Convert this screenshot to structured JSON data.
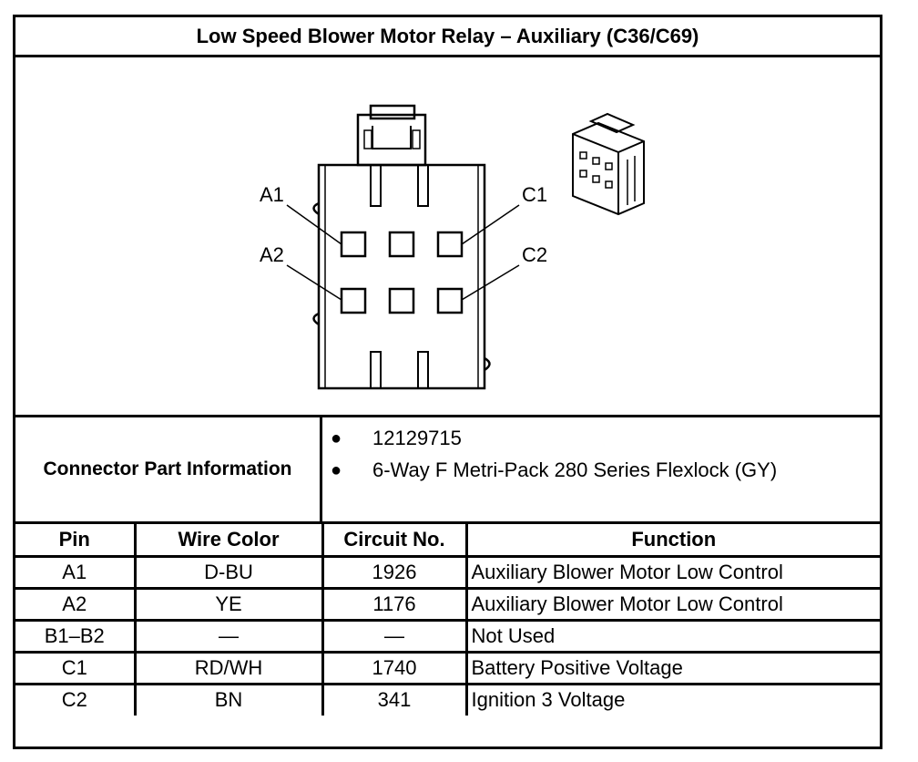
{
  "title": "Low Speed Blower Motor Relay – Auxiliary (C36/C69)",
  "diagram": {
    "labels": {
      "a1": "A1",
      "a2": "A2",
      "c1": "C1",
      "c2": "C2"
    }
  },
  "connector_info": {
    "label": "Connector Part Information",
    "items": [
      "12129715",
      "6-Way F Metri-Pack 280 Series Flexlock (GY)"
    ]
  },
  "table": {
    "headers": [
      "Pin",
      "Wire Color",
      "Circuit No.",
      "Function"
    ],
    "rows": [
      [
        "A1",
        "D-BU",
        "1926",
        "Auxiliary Blower Motor Low Control"
      ],
      [
        "A2",
        "YE",
        "1176",
        "Auxiliary Blower Motor Low Control"
      ],
      [
        "B1–B2",
        "—",
        "—",
        "Not Used"
      ],
      [
        "C1",
        "RD/WH",
        "1740",
        "Battery Positive Voltage"
      ],
      [
        "C2",
        "BN",
        "341",
        "Ignition 3 Voltage"
      ]
    ]
  }
}
